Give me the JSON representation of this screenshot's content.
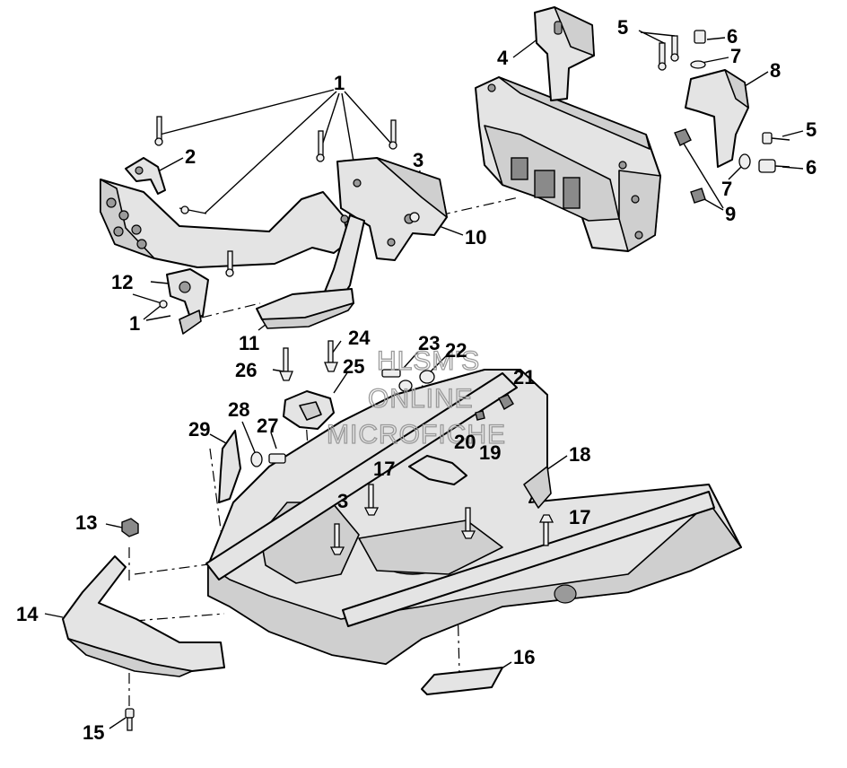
{
  "watermark": {
    "lines": [
      "HLSM'S",
      "ONLINE",
      "MICROFICHE"
    ]
  },
  "callouts": [
    {
      "id": "c1a",
      "text": "1"
    },
    {
      "id": "c1b",
      "text": "1"
    },
    {
      "id": "c2",
      "text": "2"
    },
    {
      "id": "c3a",
      "text": "3"
    },
    {
      "id": "c3b",
      "text": "3"
    },
    {
      "id": "c4",
      "text": "4"
    },
    {
      "id": "c5a",
      "text": "5"
    },
    {
      "id": "c5b",
      "text": "5"
    },
    {
      "id": "c6a",
      "text": "6"
    },
    {
      "id": "c6b",
      "text": "6"
    },
    {
      "id": "c7a",
      "text": "7"
    },
    {
      "id": "c7b",
      "text": "7"
    },
    {
      "id": "c8",
      "text": "8"
    },
    {
      "id": "c9",
      "text": "9"
    },
    {
      "id": "c10",
      "text": "10"
    },
    {
      "id": "c11",
      "text": "11"
    },
    {
      "id": "c12",
      "text": "12"
    },
    {
      "id": "c13",
      "text": "13"
    },
    {
      "id": "c14",
      "text": "14"
    },
    {
      "id": "c15",
      "text": "15"
    },
    {
      "id": "c16",
      "text": "16"
    },
    {
      "id": "c17a",
      "text": "17"
    },
    {
      "id": "c17b",
      "text": "17"
    },
    {
      "id": "c18",
      "text": "18"
    },
    {
      "id": "c19",
      "text": "19"
    },
    {
      "id": "c20",
      "text": "20"
    },
    {
      "id": "c21",
      "text": "21"
    },
    {
      "id": "c22",
      "text": "22"
    },
    {
      "id": "c23",
      "text": "23"
    },
    {
      "id": "c24",
      "text": "24"
    },
    {
      "id": "c25",
      "text": "25"
    },
    {
      "id": "c26",
      "text": "26"
    },
    {
      "id": "c27",
      "text": "27"
    },
    {
      "id": "c28",
      "text": "28"
    },
    {
      "id": "c29",
      "text": "29"
    }
  ]
}
